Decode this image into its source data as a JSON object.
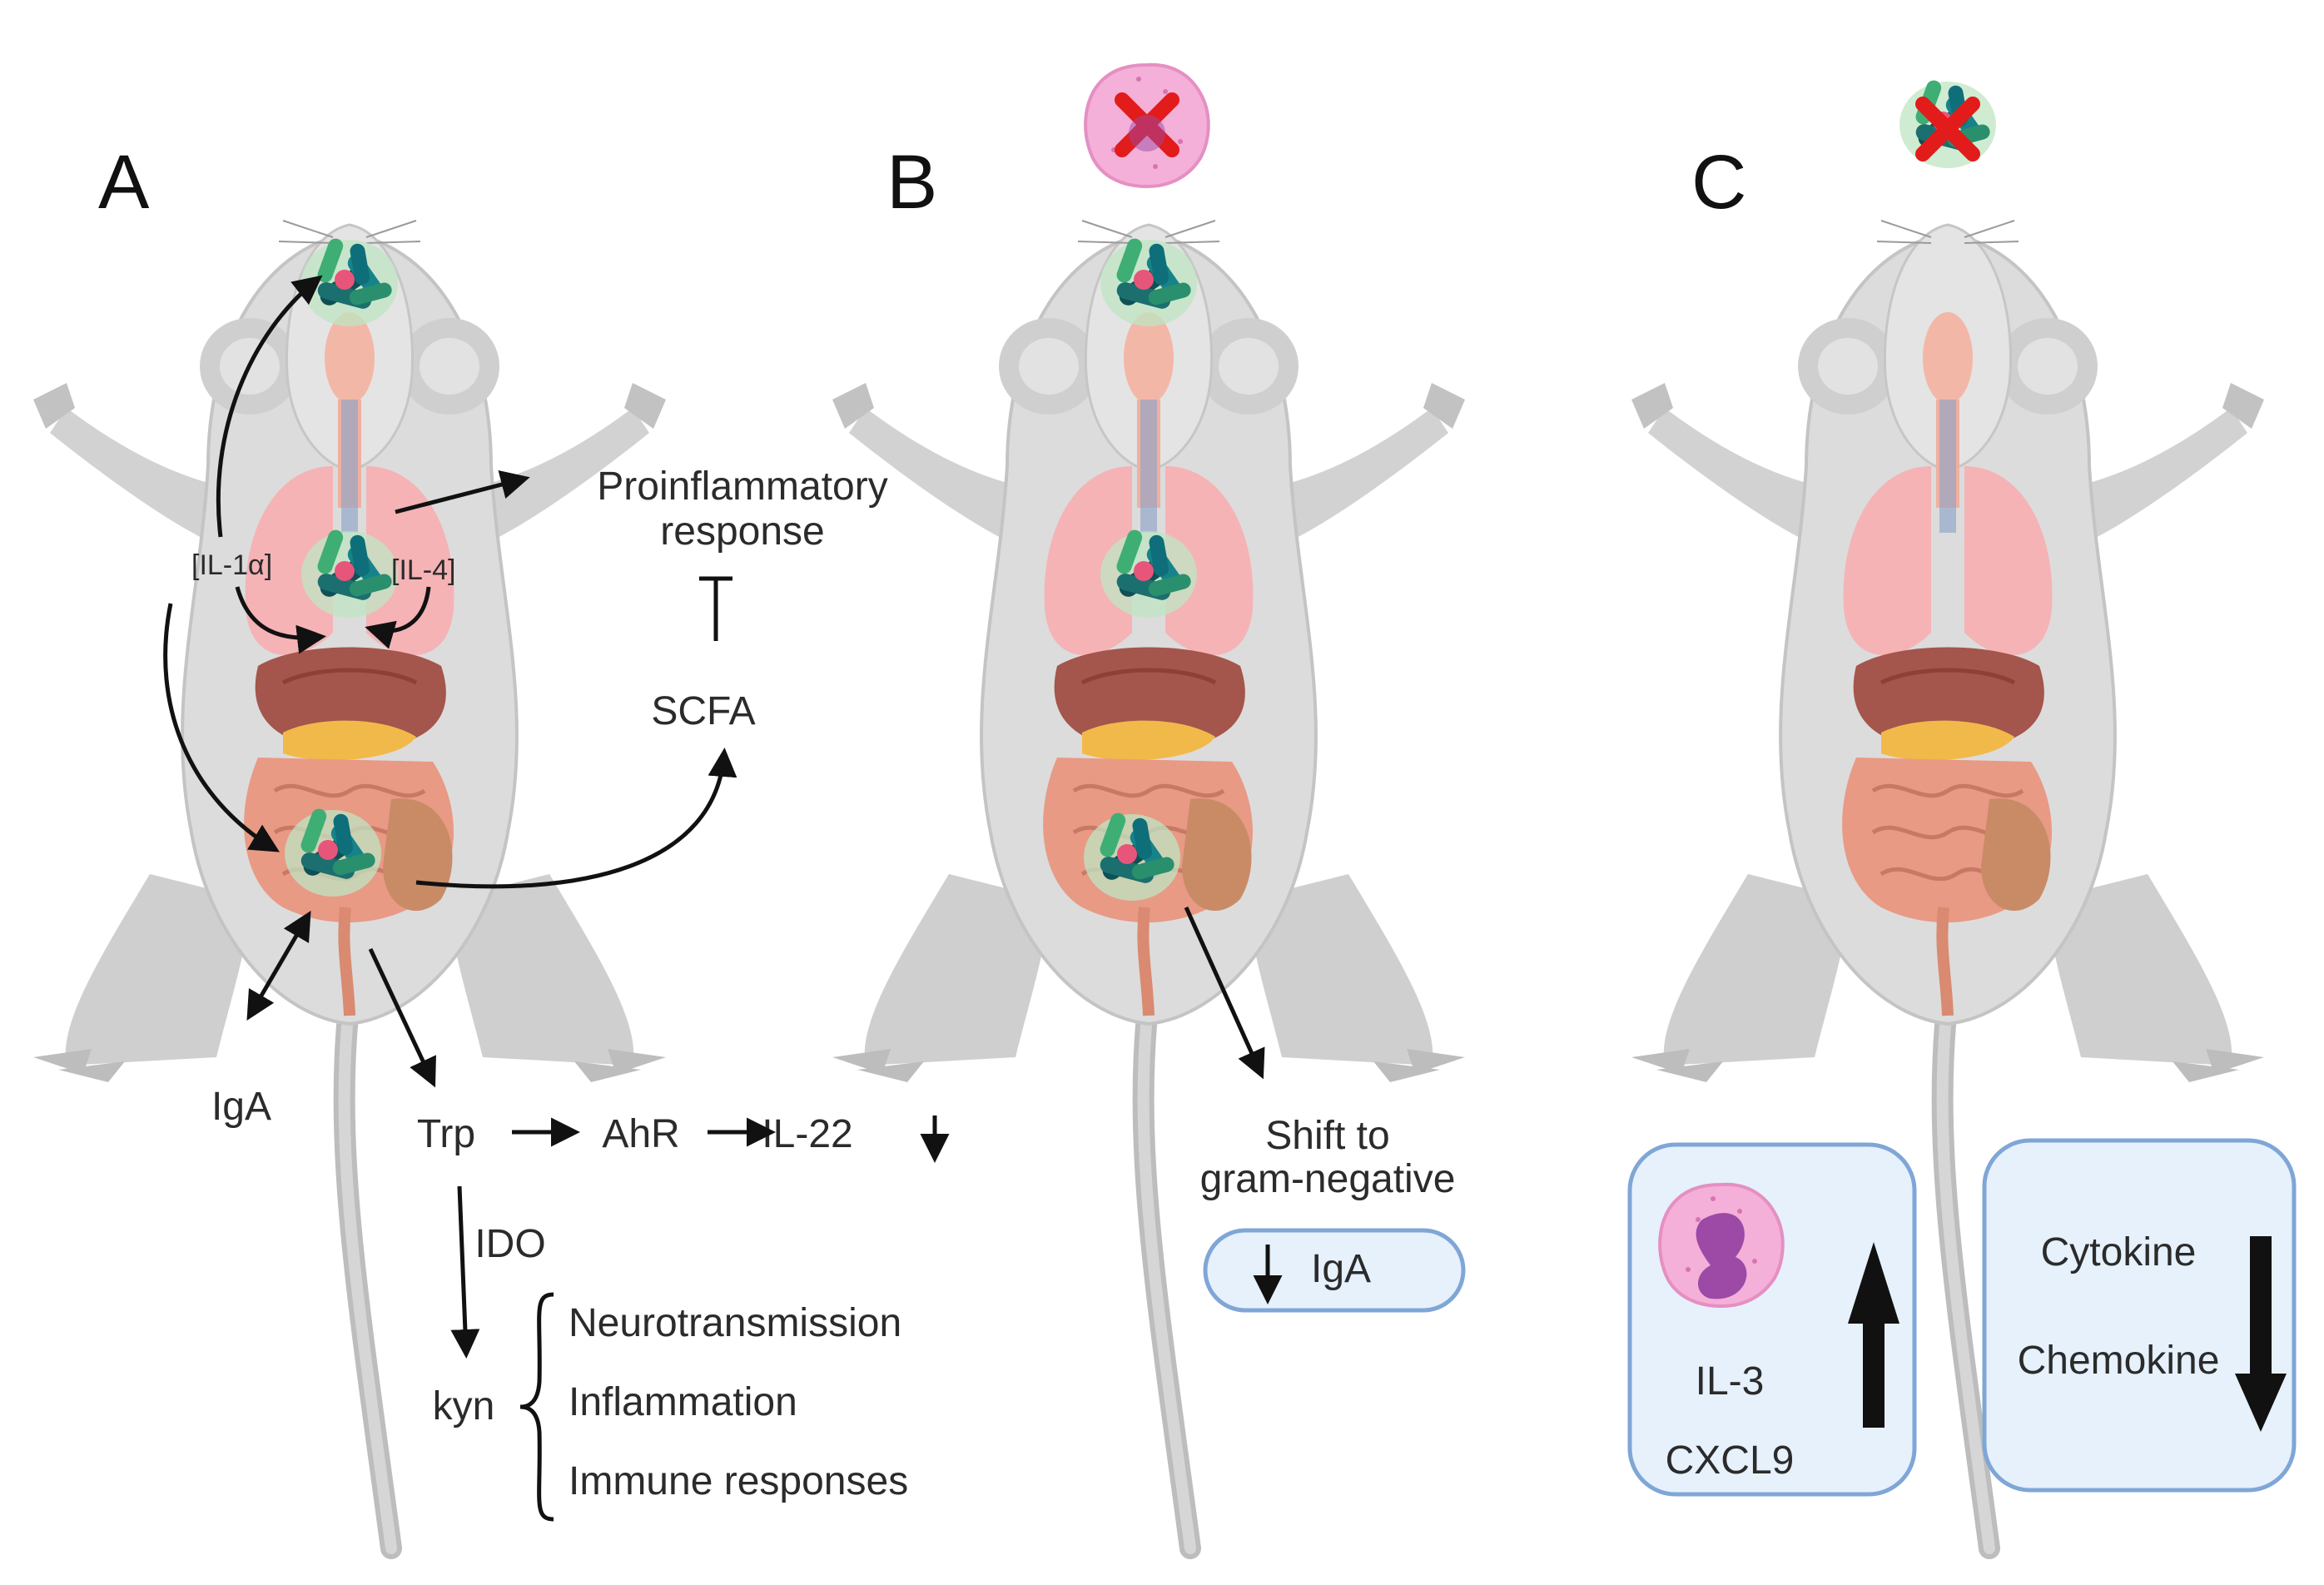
{
  "panels": {
    "a": {
      "label": "A",
      "il1a": "[IL-1α]",
      "il4": "[IL-4]",
      "proinflammatory_line1": "Proinflammatory",
      "proinflammatory_line2": "response",
      "scfa": "SCFA",
      "iga": "IgA",
      "trp": "Trp",
      "ahr": "AhR",
      "il22": "IL-22",
      "ido": "IDO",
      "kyn": "kyn",
      "outcomes": [
        "Neurotransmission",
        "Inflammation",
        "Immune responses"
      ]
    },
    "b": {
      "label": "B",
      "shift_line1": "Shift to",
      "shift_line2": "gram-negative",
      "iga_box": "IgA"
    },
    "c": {
      "label": "C",
      "left_box": [
        "IL-3",
        "CXCL9"
      ],
      "right_box": [
        "Cytokine",
        "Chemokine"
      ]
    }
  },
  "colors": {
    "mouse_body": "#dcdcdc",
    "mouse_outline": "#b9b9b9",
    "lung": "#f5b3b6",
    "liver": "#a4554c",
    "intestine": "#e89a85",
    "cecum": "#c98b66",
    "bacteria_dark": "#0f4f55",
    "bacteria_teal": "#16838a",
    "bacteria_green": "#3fae74",
    "box_fill": "#e6f1fc",
    "box_stroke": "#7fa6d6",
    "cross": "#e21b1b",
    "eosinophil": "#f4b0d8",
    "eosinophil_nucleus": "#9c4aa6"
  }
}
